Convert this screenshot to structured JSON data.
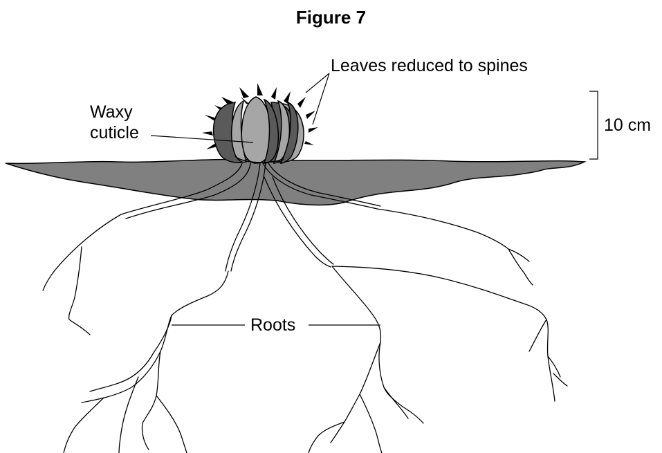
{
  "figure": {
    "title": "Figure 7",
    "labels": {
      "spines": "Leaves reduced to spines",
      "cuticle_line1": "Waxy",
      "cuticle_line2": "cuticle",
      "scale": "10 cm",
      "roots": "Roots"
    }
  }
}
